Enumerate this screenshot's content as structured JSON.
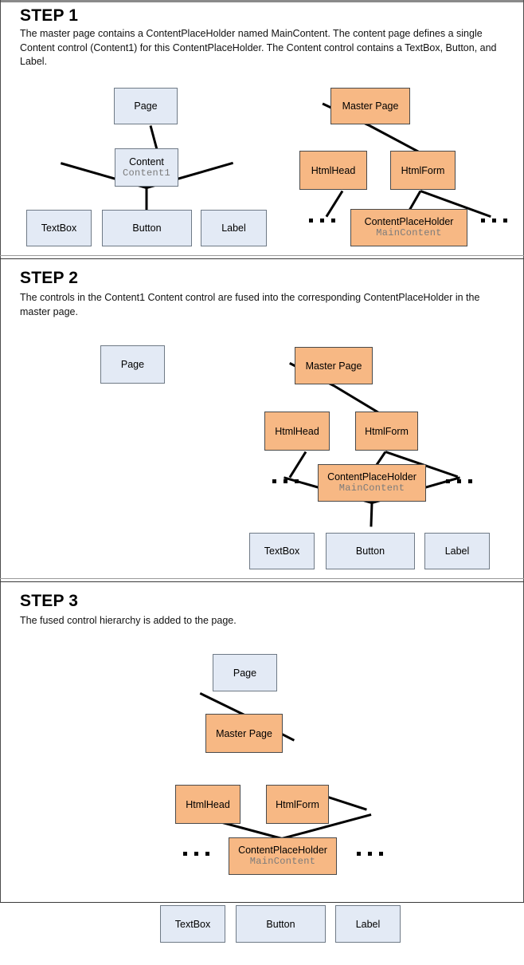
{
  "sections": [
    {
      "id": "step1",
      "title": "STEP 1",
      "description": "The master page contains a ContentPlaceHolder named MainContent. The content page defines a single Content control (Content1) for this ContentPlaceHolder. The Content control contains a TextBox, Button, and Label.",
      "nodes": [
        {
          "name": "page",
          "label": "Page",
          "sub": "",
          "color": "blue"
        },
        {
          "name": "content",
          "label": "Content",
          "sub": "Content1",
          "color": "blue"
        },
        {
          "name": "textbox",
          "label": "TextBox",
          "sub": "",
          "color": "blue"
        },
        {
          "name": "button",
          "label": "Button",
          "sub": "",
          "color": "blue"
        },
        {
          "name": "label",
          "label": "Label",
          "sub": "",
          "color": "blue"
        },
        {
          "name": "master-page",
          "label": "Master Page",
          "sub": "",
          "color": "orange"
        },
        {
          "name": "htmlhead",
          "label": "HtmlHead",
          "sub": "",
          "color": "orange"
        },
        {
          "name": "htmlform",
          "label": "HtmlForm",
          "sub": "",
          "color": "orange"
        },
        {
          "name": "contentplaceholder",
          "label": "ContentPlaceHolder",
          "sub": "MainContent",
          "color": "orange"
        }
      ],
      "ellipses": [
        "ellipsis-left",
        "ellipsis-right"
      ]
    },
    {
      "id": "step2",
      "title": "STEP 2",
      "description": "The controls in the Content1 Content control are fused into the corresponding ContentPlaceHolder in the master page.",
      "nodes": [
        {
          "name": "page",
          "label": "Page",
          "sub": "",
          "color": "blue"
        },
        {
          "name": "master-page",
          "label": "Master Page",
          "sub": "",
          "color": "orange"
        },
        {
          "name": "htmlhead",
          "label": "HtmlHead",
          "sub": "",
          "color": "orange"
        },
        {
          "name": "htmlform",
          "label": "HtmlForm",
          "sub": "",
          "color": "orange"
        },
        {
          "name": "contentplaceholder",
          "label": "ContentPlaceHolder",
          "sub": "MainContent",
          "color": "orange"
        },
        {
          "name": "textbox",
          "label": "TextBox",
          "sub": "",
          "color": "blue"
        },
        {
          "name": "button",
          "label": "Button",
          "sub": "",
          "color": "blue"
        },
        {
          "name": "label",
          "label": "Label",
          "sub": "",
          "color": "blue"
        }
      ],
      "ellipses": [
        "ellipsis-left",
        "ellipsis-right"
      ]
    },
    {
      "id": "step3",
      "title": "STEP 3",
      "description": "The fused control hierarchy is added to the page.",
      "nodes": [
        {
          "name": "page",
          "label": "Page",
          "sub": "",
          "color": "blue"
        },
        {
          "name": "master-page",
          "label": "Master Page",
          "sub": "",
          "color": "orange"
        },
        {
          "name": "htmlhead",
          "label": "HtmlHead",
          "sub": "",
          "color": "orange"
        },
        {
          "name": "htmlform",
          "label": "HtmlForm",
          "sub": "",
          "color": "orange"
        },
        {
          "name": "contentplaceholder",
          "label": "ContentPlaceHolder",
          "sub": "MainContent",
          "color": "orange"
        },
        {
          "name": "textbox",
          "label": "TextBox",
          "sub": "",
          "color": "blue"
        },
        {
          "name": "button",
          "label": "Button",
          "sub": "",
          "color": "blue"
        },
        {
          "name": "label",
          "label": "Label",
          "sub": "",
          "color": "blue"
        }
      ],
      "ellipses": [
        "ellipsis-left",
        "ellipsis-right"
      ]
    }
  ],
  "colors": {
    "blue_fill": "#e3eaf5",
    "blue_border": "#6f7a86",
    "orange_fill": "#f7b884",
    "orange_border": "#4a4a4a",
    "edge": "#000000",
    "sub_text": "#7b7b7b",
    "text": "#000000",
    "background": "#ffffff"
  }
}
